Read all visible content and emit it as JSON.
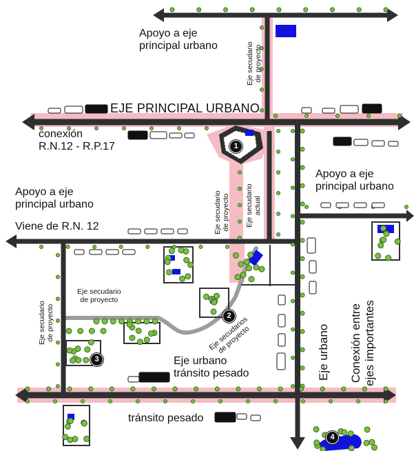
{
  "labels": {
    "apoyo_top_1": "Apoyo a eje",
    "apoyo_top_2": "principal urbano",
    "eje_principal": "EJE PRINCIPAL URBANO",
    "conexion_1": "conexión",
    "conexion_2": "R.N.12 - R.P.17",
    "apoyo_left_1": "Apoyo a eje",
    "apoyo_left_2": "principal urbano",
    "viene": "Viene de R.N. 12",
    "apoyo_right_1": "Apoyo a eje",
    "apoyo_right_2": "principal urbano",
    "sec_top_1": "Eje secudario",
    "sec_top_2": "de proyecto",
    "sec_mid_1": "Eje secudario",
    "sec_mid_2": "de proyecto",
    "sec_actual_1": "Eje secudario",
    "sec_actual_2": "actual",
    "sec_curve_1": "Eje secudario",
    "sec_curve_2": "de proyecto",
    "sec_left_1": "Eje secudario",
    "sec_left_2": "de proyecto",
    "sec_diag_1": "Eje secudarios",
    "sec_diag_2": "de proyecto",
    "urbano_pesado_1": "Eje urbano",
    "urbano_pesado_2": "tránsito pesado",
    "eje_urbano_v": "Eje urbano",
    "conexion_v_1": "Conexión entre",
    "conexion_v_2": "ejes importantes",
    "transito_pesado": "tránsito pesado"
  },
  "markers": [
    "1",
    "2",
    "3",
    "4"
  ],
  "colors": {
    "road": "#2f2f2f",
    "pink_buffer": "#f5bcc4",
    "secondary_road": "#9d9d9d",
    "tree": "#7fbf3f",
    "tree_dark": "#2f6d22",
    "building": "#1212e0"
  },
  "icons": [
    "arrow-left-icon",
    "arrow-right-icon",
    "arrow-down-icon",
    "truck-icon",
    "bus-icon",
    "car-icon",
    "motorcycle-icon",
    "tractor-icon",
    "tree-icon",
    "building-icon"
  ]
}
